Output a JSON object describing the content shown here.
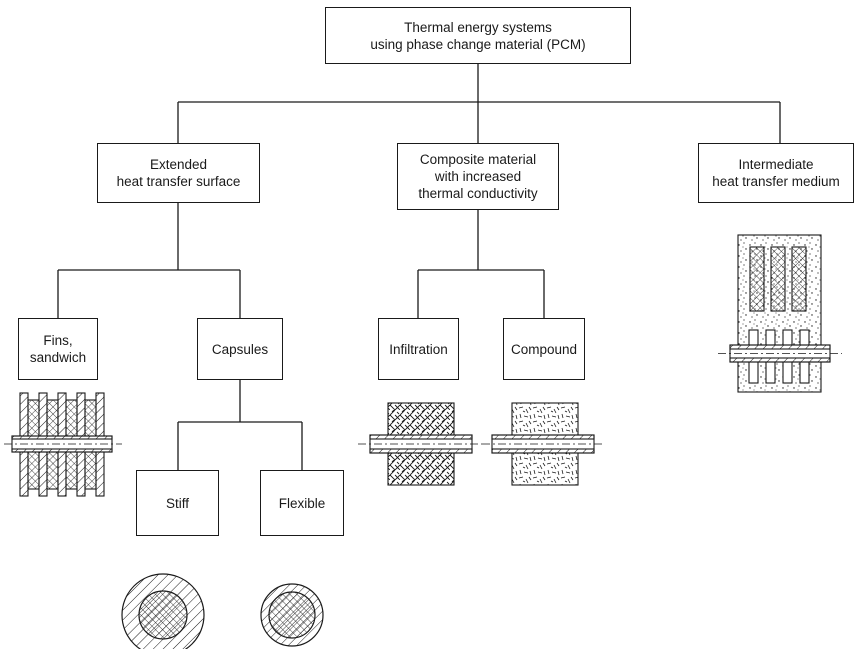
{
  "diagram": {
    "root": "Thermal energy systems\nusing phase change material (PCM)",
    "categories": {
      "extended": "Extended\nheat transfer surface",
      "composite": "Composite material\nwith increased\nthermal conductivity",
      "intermediate": "Intermediate\nheat transfer medium"
    },
    "subcategories": {
      "fins": "Fins,\nsandwich",
      "capsules": "Capsules",
      "infiltration": "Infiltration",
      "compound": "Compound"
    },
    "capsule_types": {
      "stiff": "Stiff",
      "flexible": "Flexible"
    },
    "line_color": "#1a1a1a",
    "background": "#ffffff"
  }
}
